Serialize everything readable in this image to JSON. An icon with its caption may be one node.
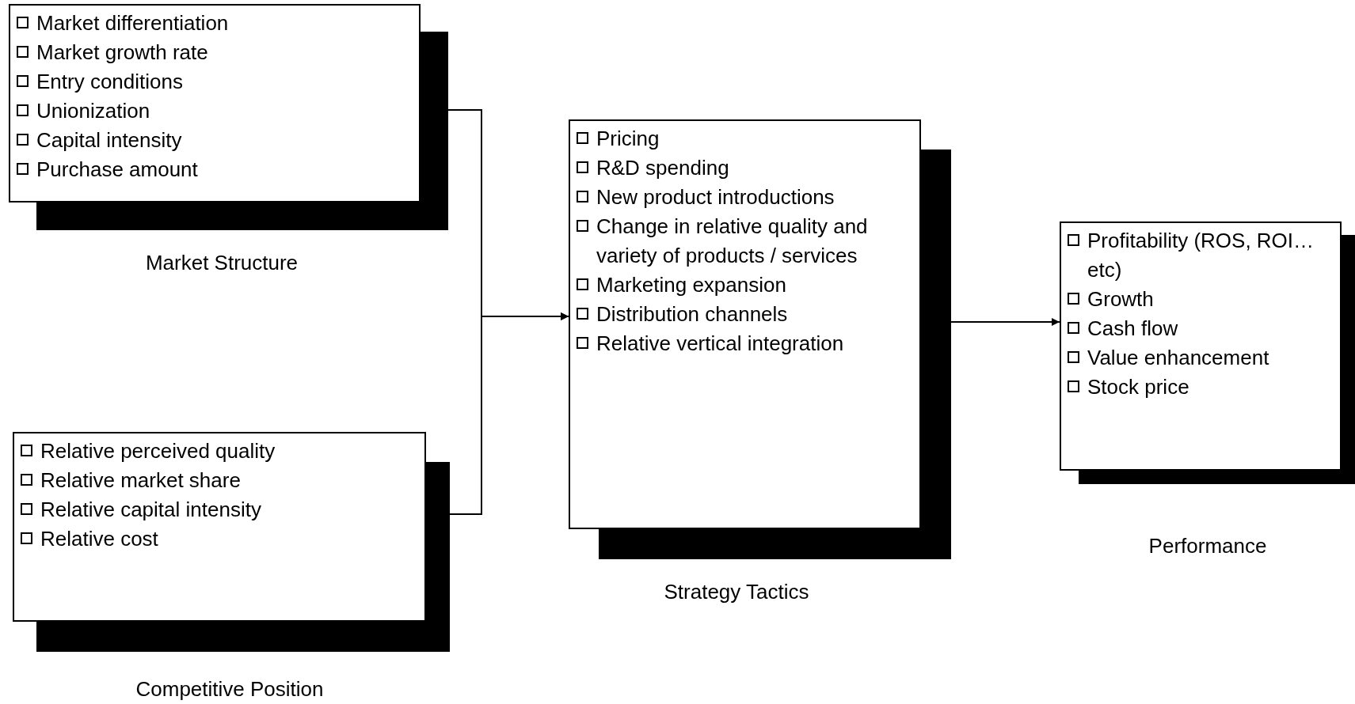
{
  "diagram": {
    "nodes": [
      {
        "text": [
          "Market differentiation",
          "Market growth rate",
          "Entry conditions",
          "Unionization",
          "Capital intensity",
          "Purchase amount"
        ],
        "beside": [
          "Market Structure"
        ]
      },
      {
        "text": [
          "Relative perceived quality",
          "Relative market share",
          "Relative capital intensity",
          "Relative cost"
        ],
        "beside": [
          "Competitive Position"
        ]
      },
      {
        "text": [
          "Pricing",
          "R&D spending",
          "New product introductions",
          "Change in relative quality and variety of products / services",
          "Marketing expansion",
          "Distribution channels",
          "Relative vertical integration"
        ],
        "beside": [
          "Strategy Tactics"
        ]
      },
      {
        "text": [
          "Profitability (ROS, ROI…etc)",
          "Growth",
          "Cash flow",
          "Value enhancement",
          "Stock price"
        ],
        "beside": [
          "Performance"
        ]
      }
    ],
    "edges": [
      {
        "from": 0,
        "to": 2,
        "arrow": "to"
      },
      {
        "from": 1,
        "to": 2,
        "arrow": "to"
      },
      {
        "from": 2,
        "to": 3,
        "arrow": "to"
      }
    ]
  }
}
